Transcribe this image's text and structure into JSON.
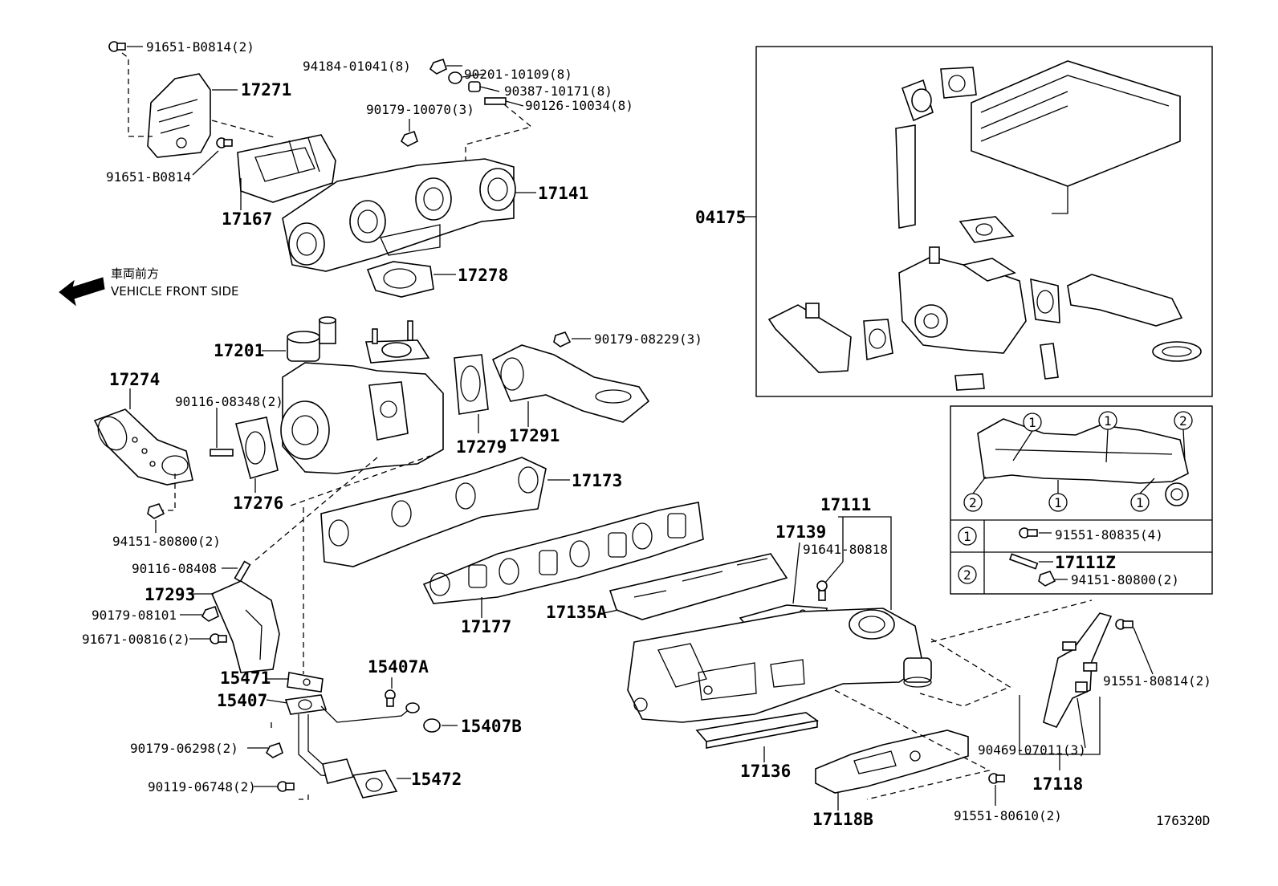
{
  "callouts": {
    "c17271": "17271",
    "c91651_B0814_2": "91651-B0814(2)",
    "c91651_B0814": "91651-B0814",
    "c17167": "17167",
    "c94184": "94184-01041(8)",
    "c90201": "90201-10109(8)",
    "c90387": "90387-10171(8)",
    "c90126": "90126-10034(8)",
    "c90179_10070": "90179-10070(3)",
    "c17141": "17141",
    "c17278": "17278",
    "c04175": "04175",
    "c17201": "17201",
    "c17274": "17274",
    "c90116_08348": "90116-08348(2)",
    "c17276": "17276",
    "c94151_80800": "94151-80800(2)",
    "c90179_08229": "90179-08229(3)",
    "c17279": "17279",
    "c17291": "17291",
    "c17173": "17173",
    "c90116_08408": "90116-08408",
    "c17293": "17293",
    "c90179_08101": "90179-08101",
    "c91671_00816": "91671-00816(2)",
    "c17177": "17177",
    "c17111": "17111",
    "c17139": "17139",
    "c91641_80818": "91641-80818",
    "c17135A": "17135A",
    "c15471": "15471",
    "c15407A": "15407A",
    "c15407": "15407",
    "c15407B": "15407B",
    "c90179_06298": "90179-06298(2)",
    "c90119_06748": "90119-06748(2)",
    "c15472": "15472",
    "c17136": "17136",
    "c17118B": "17118B",
    "c91551_80610": "91551-80610(2)",
    "c90469_07011": "90469-07011(3)",
    "c17118": "17118",
    "c91551_80814": "91551-80814(2)",
    "c91551_80835": "91551-80835(4)",
    "c17111Z": "17111Z",
    "c94151_80800_b": "94151-80800(2)"
  },
  "direction": {
    "jp": "車両前方",
    "en": "VEHICLE FRONT SIDE"
  },
  "legend": {
    "mark1": "1",
    "mark2": "2"
  },
  "illustration_code": "176320D"
}
